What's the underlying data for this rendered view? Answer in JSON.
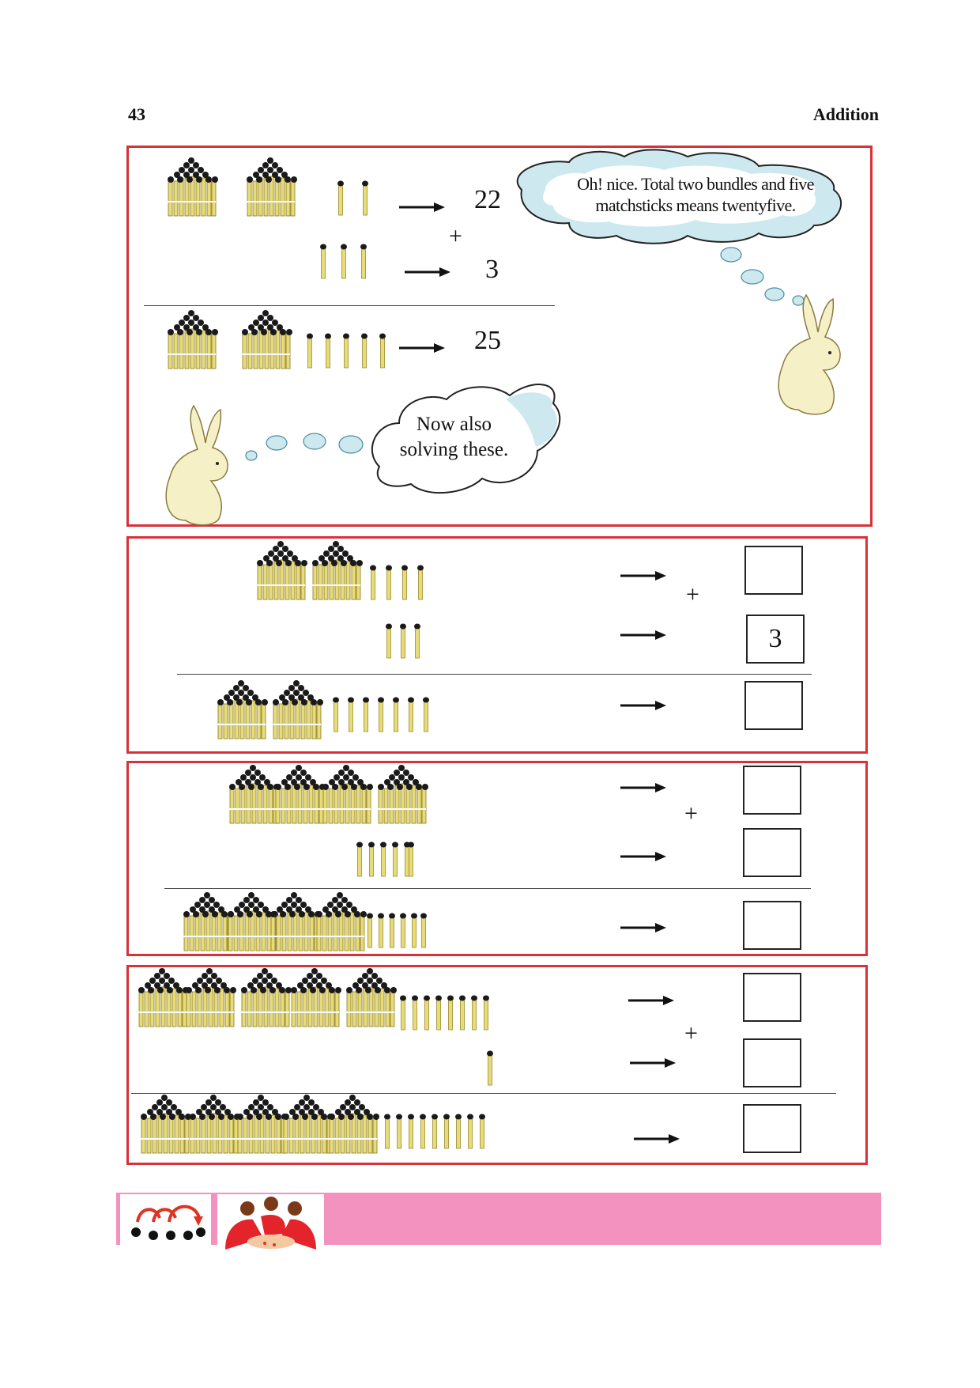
{
  "header": {
    "page_number": "43",
    "chapter": "Addition"
  },
  "example": {
    "top_value": "22",
    "plus": "+",
    "bottom_value": "3",
    "result": "25",
    "thought_bubble": "Oh! nice. Total two bundles and five matchsticks means twentyfive.",
    "speech_bubble": "Now also solving these."
  },
  "exercises": [
    {
      "row1_box": "",
      "row2_box": "3",
      "result_box": "",
      "plus": "+"
    },
    {
      "row1_box": "",
      "row2_box": "",
      "result_box": "",
      "plus": "+"
    },
    {
      "row1_box": "",
      "row2_box": "",
      "result_box": "",
      "plus": "+"
    }
  ],
  "icons": [
    "matchstick-bundle-icon",
    "matchstick-icon",
    "arrow-right-icon",
    "rabbit-illustration",
    "number-jump-icon",
    "children-group-icon"
  ],
  "colors": {
    "panel_border": "#d9313a",
    "footer_strip": "#f391bf",
    "stick": "#e8dc7a",
    "cloud": "#cde9ef"
  }
}
